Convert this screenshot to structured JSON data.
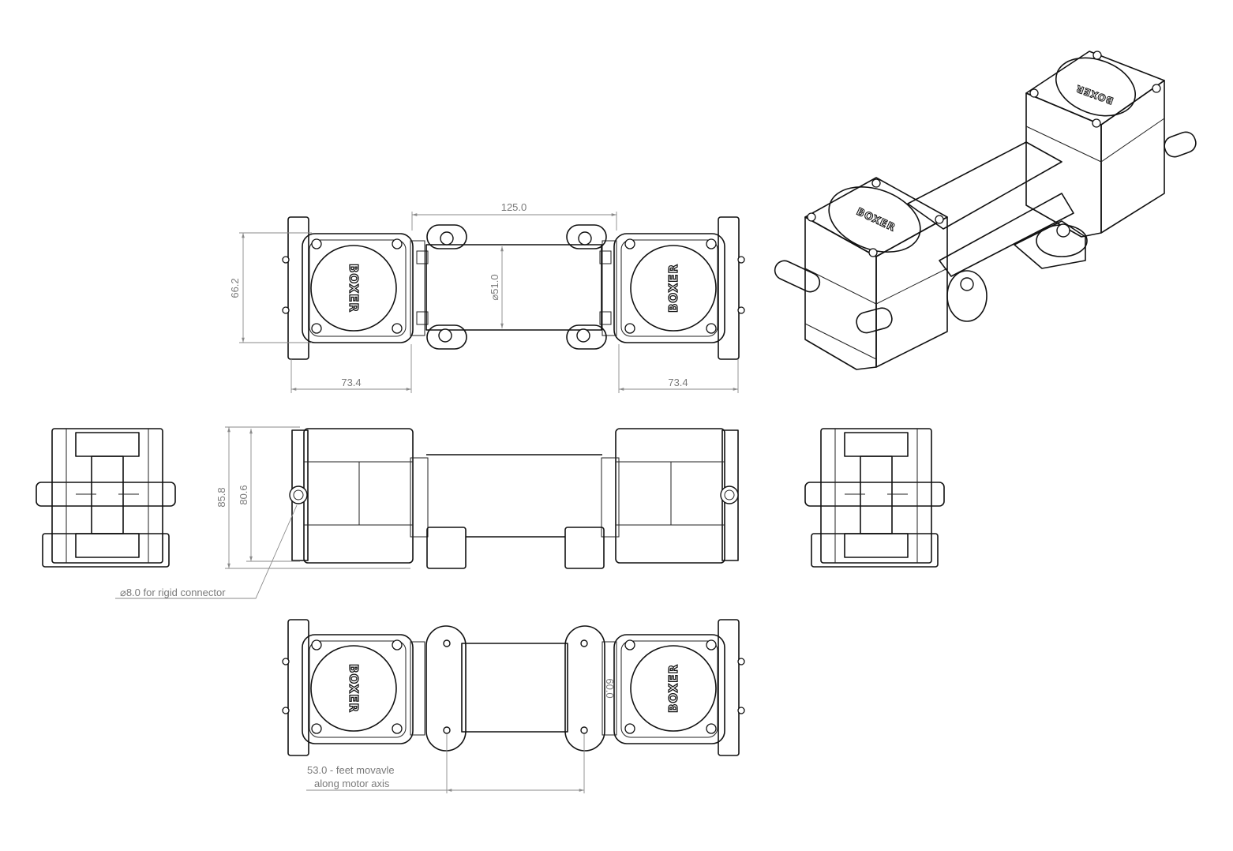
{
  "dimensions": {
    "top_span": "125.0",
    "height_top": "66.2",
    "tube_diameter": "⌀51.0",
    "left_width": "73.4",
    "right_width": "73.4",
    "overall_height": "85.8",
    "body_height": "80.6",
    "foot_label": "60.0"
  },
  "annotations": {
    "connector": "⌀8.0 for rigid connector",
    "feet_line1": "53.0 - feet movavle",
    "feet_line2": "along motor axis"
  },
  "logo_text": "BOXER",
  "colors": {
    "line": "#111111",
    "dimension": "#8a8a8a",
    "background": "#ffffff"
  }
}
